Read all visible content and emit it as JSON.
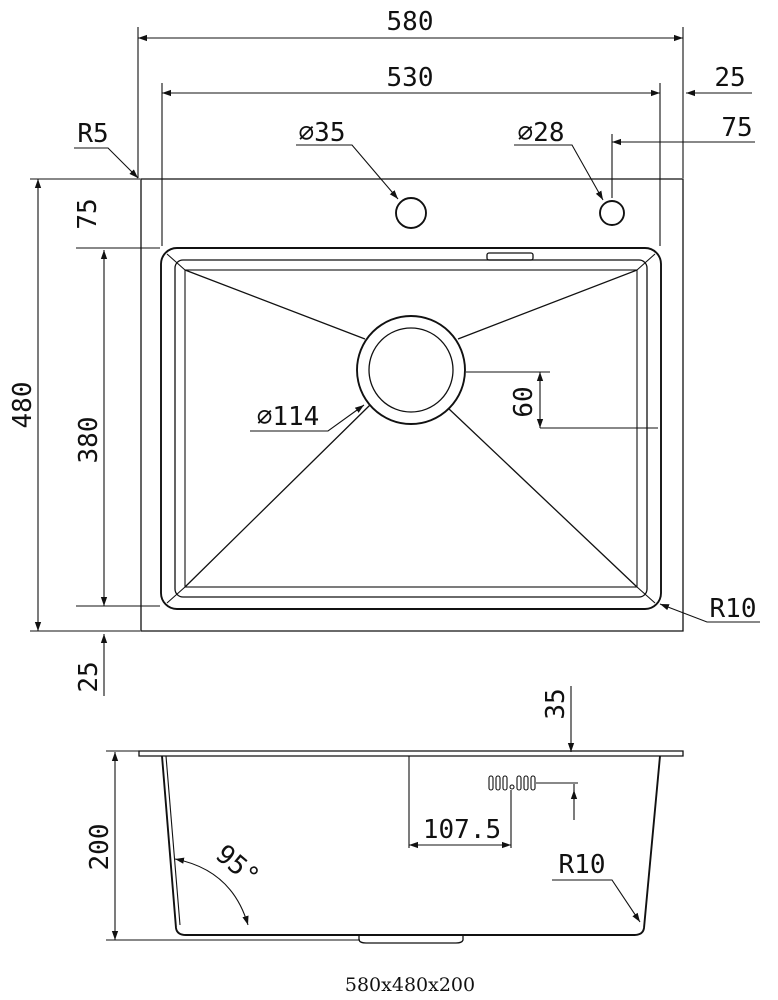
{
  "top_view": {
    "overall_width": "580",
    "bowl_width": "530",
    "right_rim": "25",
    "tap_hole_1": "⌀35",
    "tap_hole_2": "⌀28",
    "tap_hole_offset": "75",
    "corner_radius": "R5",
    "overall_depth": "480",
    "back_rim": "75",
    "bowl_depth": "380",
    "front_rim": "25",
    "drain_diameter": "⌀114",
    "drain_offset": "60",
    "bowl_corner_radius": "R10"
  },
  "side_view": {
    "flange_thickness": "35",
    "height": "200",
    "wall_angle": "95°",
    "drain_position": "107.5",
    "bottom_radius": "R10"
  },
  "caption": "580x480x200"
}
